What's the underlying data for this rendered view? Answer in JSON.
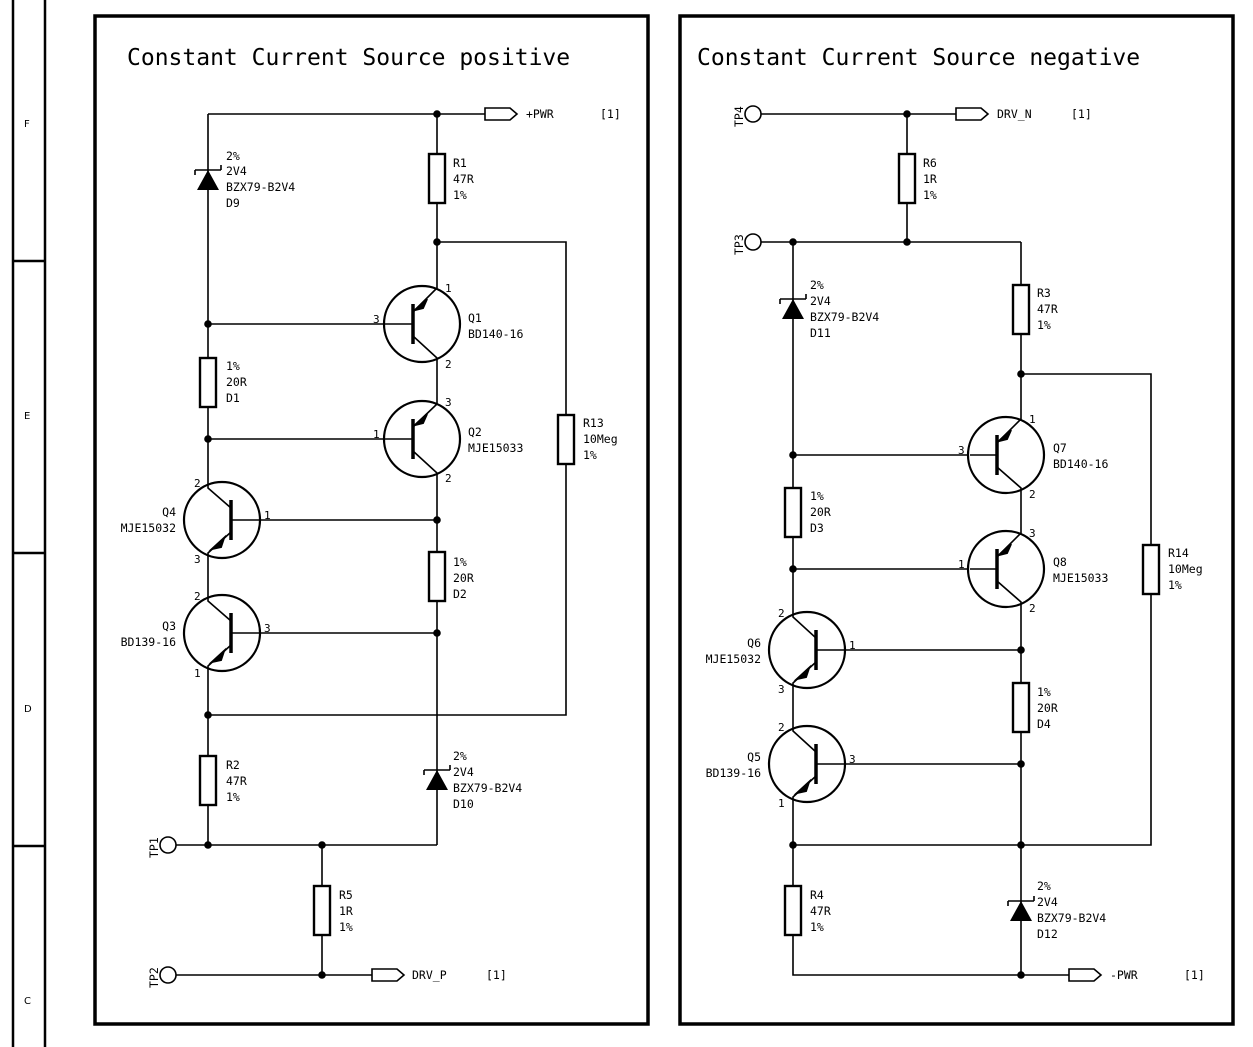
{
  "zones": [
    "F",
    "E",
    "D",
    "C"
  ],
  "positive": {
    "title": "Constant Current Source positive",
    "nets": {
      "pwr": "+PWR",
      "pwr_ref": "[1]",
      "drv": "DRV_P",
      "drv_ref": "[1]"
    },
    "testpoints": {
      "tp1": "TP1",
      "tp2": "TP2"
    },
    "D9": {
      "tol": "2%",
      "value": "2V4",
      "part": "BZX79-B2V4",
      "ref": "D9"
    },
    "R1": {
      "ref": "R1",
      "value": "47R",
      "tol": "1%"
    },
    "Q1": {
      "ref": "Q1",
      "part": "BD140-16",
      "p_e": "1",
      "p_b": "3",
      "p_c": "2"
    },
    "Q2": {
      "ref": "Q2",
      "part": "MJE15033",
      "p_e": "3",
      "p_b": "1",
      "p_c": "2"
    },
    "R13": {
      "ref": "R13",
      "value": "10Meg",
      "tol": "1%"
    },
    "D1": {
      "tol": "1%",
      "value": "20R",
      "ref": "D1"
    },
    "Q4": {
      "ref": "Q4",
      "part": "MJE15032",
      "p_c": "2",
      "p_b": "1",
      "p_e": "3"
    },
    "D2": {
      "tol": "1%",
      "value": "20R",
      "ref": "D2"
    },
    "Q3": {
      "ref": "Q3",
      "part": "BD139-16",
      "p_c": "2",
      "p_b": "3",
      "p_e": "1"
    },
    "R2": {
      "ref": "R2",
      "value": "47R",
      "tol": "1%"
    },
    "D10": {
      "tol": "2%",
      "value": "2V4",
      "part": "BZX79-B2V4",
      "ref": "D10"
    },
    "R5": {
      "ref": "R5",
      "value": "1R",
      "tol": "1%"
    }
  },
  "negative": {
    "title": "Constant Current Source negative",
    "nets": {
      "drv": "DRV_N",
      "drv_ref": "[1]",
      "pwr": "-PWR",
      "pwr_ref": "[1]"
    },
    "testpoints": {
      "tp4": "TP4",
      "tp3": "TP3"
    },
    "R6": {
      "ref": "R6",
      "value": "1R",
      "tol": "1%"
    },
    "D11": {
      "tol": "2%",
      "value": "2V4",
      "part": "BZX79-B2V4",
      "ref": "D11"
    },
    "R3": {
      "ref": "R3",
      "value": "47R",
      "tol": "1%"
    },
    "Q7": {
      "ref": "Q7",
      "part": "BD140-16",
      "p_e": "1",
      "p_b": "3",
      "p_c": "2"
    },
    "Q8": {
      "ref": "Q8",
      "part": "MJE15033",
      "p_e": "3",
      "p_b": "1",
      "p_c": "2"
    },
    "R14": {
      "ref": "R14",
      "value": "10Meg",
      "tol": "1%"
    },
    "D3": {
      "tol": "1%",
      "value": "20R",
      "ref": "D3"
    },
    "Q6": {
      "ref": "Q6",
      "part": "MJE15032",
      "p_c": "2",
      "p_b": "1",
      "p_e": "3"
    },
    "D4": {
      "tol": "1%",
      "value": "20R",
      "ref": "D4"
    },
    "Q5": {
      "ref": "Q5",
      "part": "BD139-16",
      "p_c": "2",
      "p_b": "3",
      "p_e": "1"
    },
    "R4": {
      "ref": "R4",
      "value": "47R",
      "tol": "1%"
    },
    "D12": {
      "tol": "2%",
      "value": "2V4",
      "part": "BZX79-B2V4",
      "ref": "D12"
    }
  }
}
